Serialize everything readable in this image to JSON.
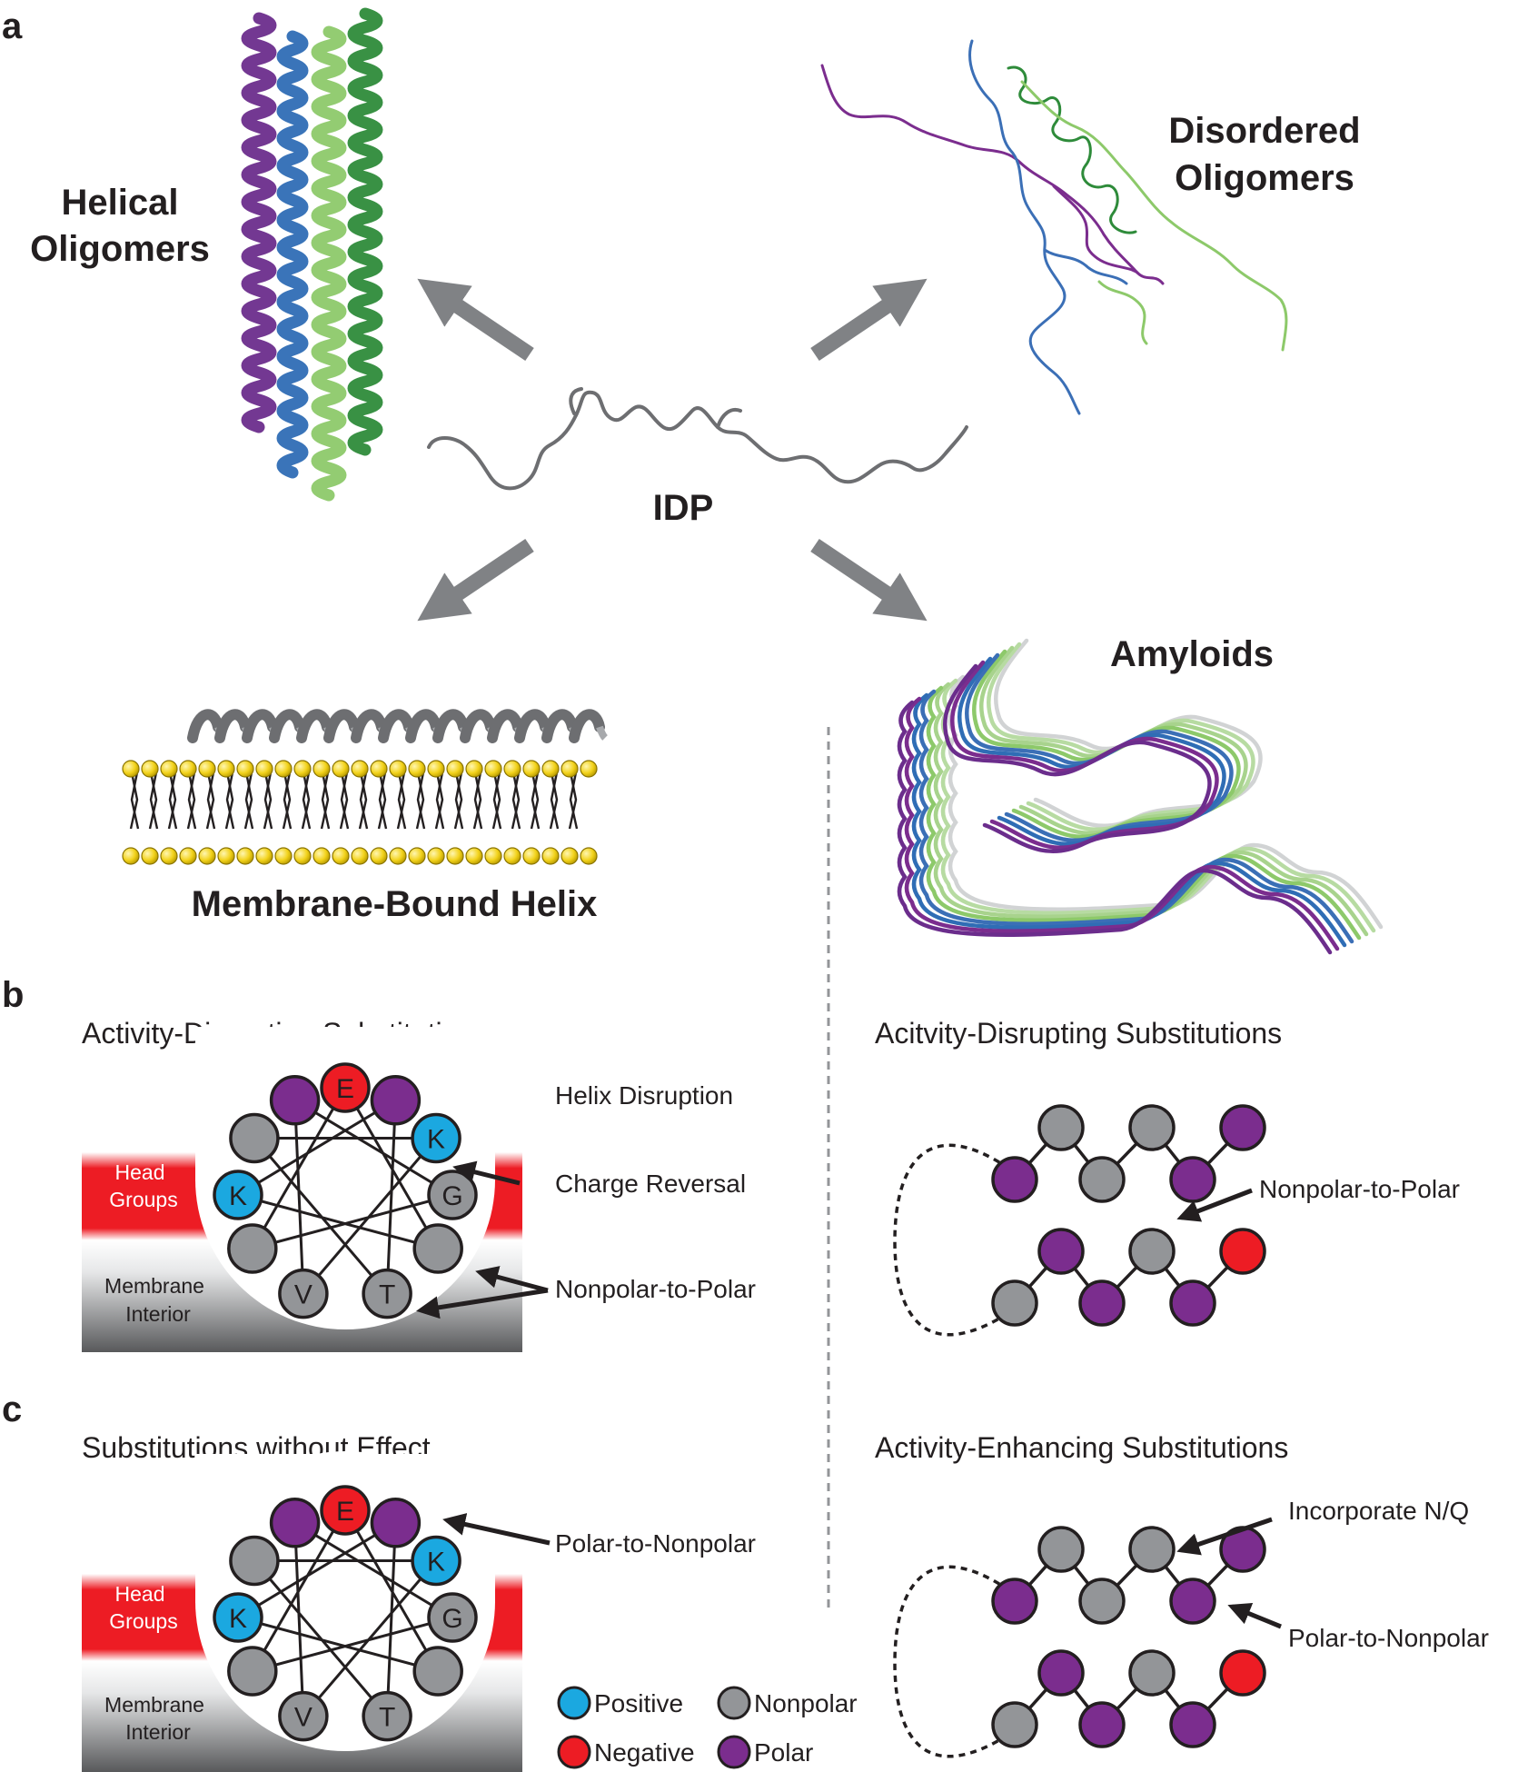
{
  "panel_labels": {
    "a": "a",
    "b": "b",
    "c": "c"
  },
  "panel_a": {
    "helical": [
      "Helical",
      "Oligomers"
    ],
    "disordered": [
      "Disordered",
      "Oligomers"
    ],
    "idp": "IDP",
    "amyloids": "Amyloids",
    "membrane_helix": "Membrane-Bound Helix"
  },
  "panel_b": {
    "left_heading": "Activity-Disrupting Substitutions",
    "right_heading": "Acitvity-Disrupting Substitutions",
    "helix_disruption": "Helix Disruption",
    "charge_reversal": "Charge Reversal",
    "nonpolar_to_polar": "Nonpolar-to-Polar",
    "right_nonpolar_to_polar": "Nonpolar-to-Polar"
  },
  "panel_c": {
    "left_heading": "Substitutions without Effect",
    "right_heading": "Activity-Enhancing Substitutions",
    "polar_to_nonpolar": "Polar-to-Nonpolar",
    "incorporate_nq": "Incorporate N/Q",
    "right_polar_to_nonpolar": "Polar-to-Nonpolar"
  },
  "membrane": {
    "head_groups": [
      "Head",
      "Groups"
    ],
    "interior": [
      "Membrane",
      "Interior"
    ]
  },
  "wheel_residues": {
    "top": "E",
    "left": "K",
    "right_upper": "K",
    "right_lower": "G",
    "bottom_left": "V",
    "bottom_right": "T"
  },
  "legend": [
    {
      "label": "Positive",
      "color": "#1ba8e0"
    },
    {
      "label": "Nonpolar",
      "color": "#939598"
    },
    {
      "label": "Negative",
      "color": "#ed1c24"
    },
    {
      "label": "Polar",
      "color": "#7b2d8e"
    }
  ],
  "colors": {
    "positive": "#1ba8e0",
    "negative": "#ed1c24",
    "nonpolar": "#939598",
    "polar": "#7b2d8e",
    "arrow": "#808285",
    "helix_purple": "#6b2d8c",
    "helix_blue": "#2f6db5",
    "helix_lightgreen": "#8dc96a",
    "helix_darkgreen": "#2e8b3a",
    "lipid_head": "#f2d21b"
  }
}
